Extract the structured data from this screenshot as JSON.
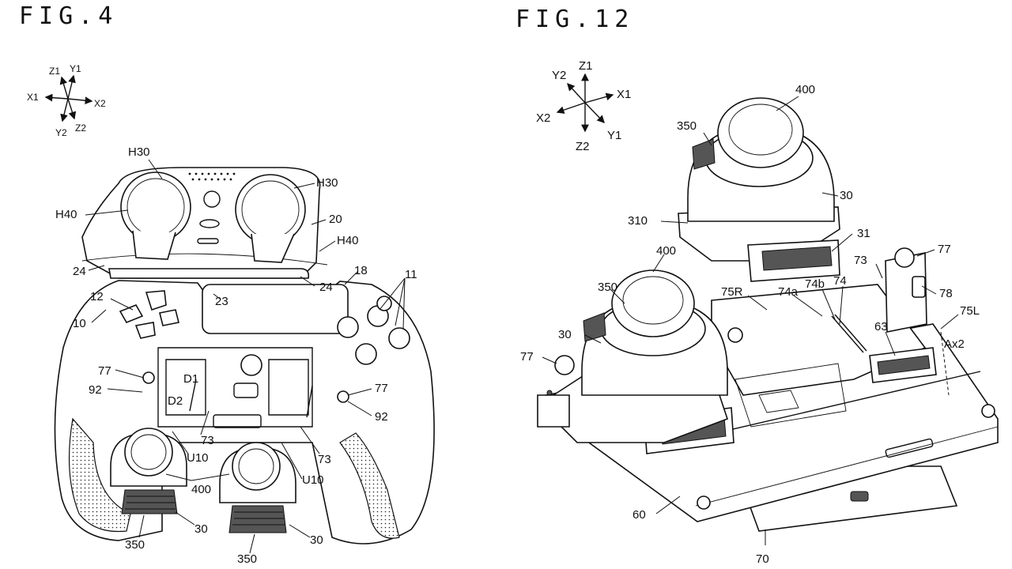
{
  "figures": {
    "fig4": {
      "title": "FIG.4",
      "axes": {
        "z1": "Z1",
        "y1": "Y1",
        "x1": "X1",
        "x2": "X2",
        "y2": "Y2",
        "z2": "Z2"
      },
      "labels": {
        "h30_left": "H30",
        "h30_right": "H30",
        "h40_left": "H40",
        "h40_right": "H40",
        "n20": "20",
        "n24_left": "24",
        "n24_right": "24",
        "n18": "18",
        "n11": "11",
        "n12": "12",
        "n23": "23",
        "n10": "10",
        "n77_left": "77",
        "n77_right": "77",
        "n92_left": "92",
        "n92_right": "92",
        "d1": "D1",
        "d2": "D2",
        "n73_left": "73",
        "n73_right": "73",
        "u10_left": "U10",
        "u10_right": "U10",
        "n400": "400",
        "n350_left": "350",
        "n350_right": "350",
        "n30_left": "30",
        "n30_right": "30"
      }
    },
    "fig12": {
      "title": "FIG.12",
      "axes": {
        "z1": "Z1",
        "y2": "Y2",
        "x1": "X1",
        "x2": "X2",
        "y1": "Y1",
        "z2": "Z2"
      },
      "labels": {
        "n400_top": "400",
        "n350_top": "350",
        "n30_top": "30",
        "n310": "310",
        "n31": "31",
        "n77_right": "77",
        "n73": "73",
        "n78": "78",
        "n400_left": "400",
        "n350_left": "350",
        "n75r": "75R",
        "n74a": "74a",
        "n74b": "74b",
        "n74": "74",
        "n75l": "75L",
        "ax2": "Ax2",
        "n63": "63",
        "n30_left": "30",
        "n77_left": "77",
        "n60": "60",
        "n70": "70"
      }
    }
  }
}
